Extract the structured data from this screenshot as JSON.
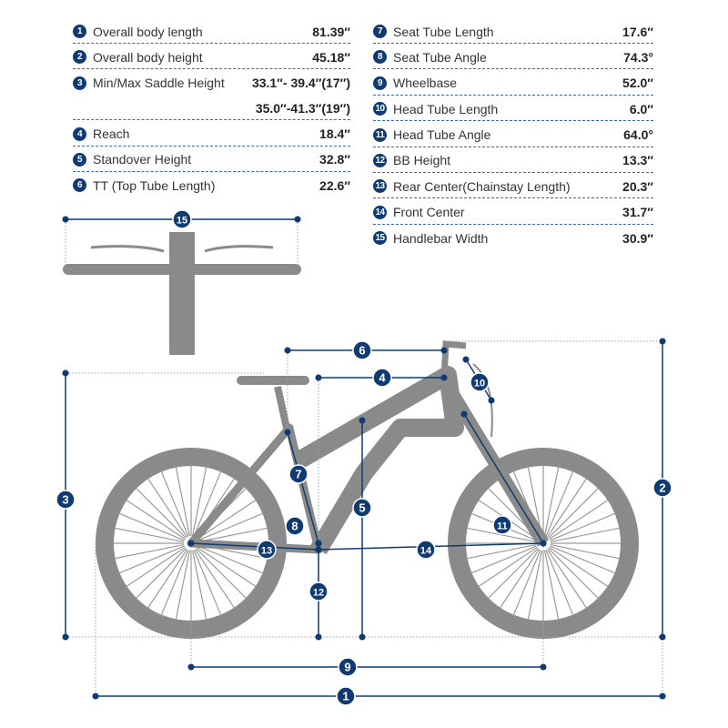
{
  "left_specs": [
    {
      "num": "1",
      "label": "Overall body length",
      "value": "81.39″"
    },
    {
      "num": "2",
      "label": "Overall body height",
      "value": "45.18″"
    },
    {
      "num": "3",
      "label": "Min/Max Saddle Height",
      "value": "33.1″- 39.4″(17″)"
    },
    {
      "num": "",
      "label": "",
      "value": "35.0″-41.3″(19″)"
    },
    {
      "num": "4",
      "label": "Reach",
      "value": "18.4″"
    },
    {
      "num": "5",
      "label": "Standover Height",
      "value": "32.8″"
    },
    {
      "num": "6",
      "label": "TT (Top Tube Length)",
      "value": "22.6″"
    }
  ],
  "right_specs": [
    {
      "num": "7",
      "label": "Seat Tube Length",
      "value": "17.6″"
    },
    {
      "num": "8",
      "label": "Seat Tube Angle",
      "value": "74.3°"
    },
    {
      "num": "9",
      "label": "Wheelbase",
      "value": "52.0″"
    },
    {
      "num": "10",
      "label": "Head Tube Length",
      "value": "6.0″"
    },
    {
      "num": "11",
      "label": "Head Tube Angle",
      "value": "64.0°"
    },
    {
      "num": "12",
      "label": "BB Height",
      "value": "13.3″"
    },
    {
      "num": "13",
      "label": "Rear Center(Chainstay Length)",
      "value": "20.3″"
    },
    {
      "num": "14",
      "label": "Front Center",
      "value": "31.7″"
    },
    {
      "num": "15",
      "label": "Handlebar Width",
      "value": "30.9″"
    }
  ],
  "colors": {
    "accent": "#0f3a72",
    "bike": "#8a8a8a",
    "dash": "#3a6aa8"
  }
}
